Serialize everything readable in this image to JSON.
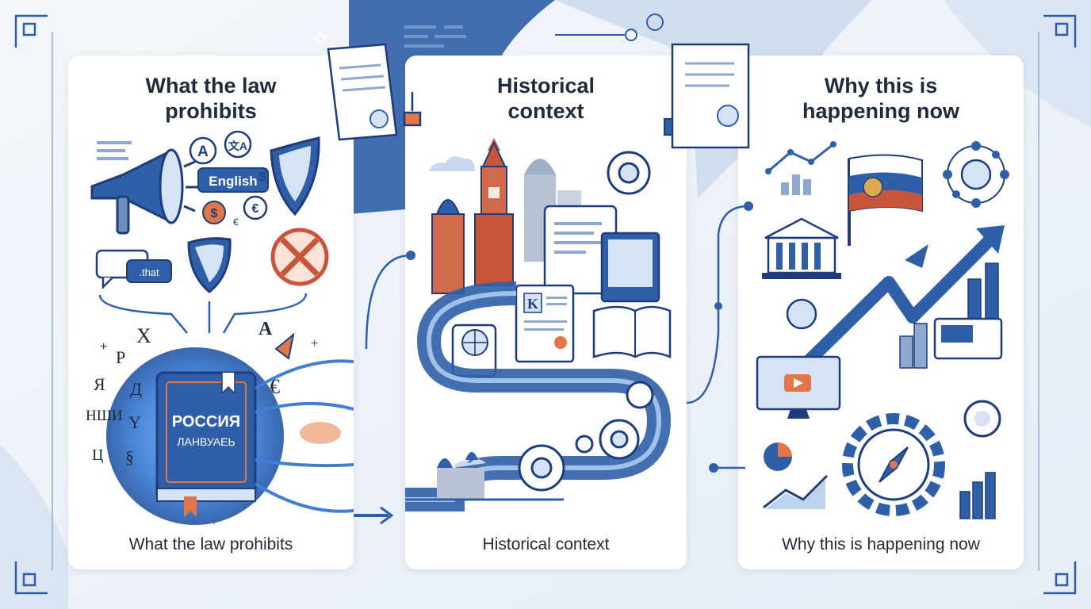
{
  "colors": {
    "primary_blue": "#2f5fa8",
    "dark_blue": "#1e3d7a",
    "light_blue": "#bcd3ee",
    "accent_orange": "#e0764a",
    "accent_red": "#c8543a",
    "text_dark": "#1f2a3a",
    "background": "#eef3f9"
  },
  "panels": [
    {
      "title": "What the law\nprohibits",
      "caption": "What the law prohibits",
      "tags": {
        "english": "English",
        "that": ".that"
      },
      "book": {
        "line1": "РОССИЯ",
        "line2": "ЛАНВУАЕЬ"
      },
      "glyphs": [
        "X",
        "Р",
        "Я",
        "Д",
        "НШИ",
        "Y",
        "Ц",
        "§",
        "А",
        "€",
        "$",
        "€",
        "A",
        "文A"
      ],
      "icons": [
        "megaphone-icon",
        "shield-icon",
        "prohibited-icon",
        "book-icon",
        "chat-bubble-icon",
        "currency-icon",
        "translate-icon"
      ]
    },
    {
      "title": "Historical\ncontext",
      "caption": "Historical context",
      "scroll_letter": "K",
      "icons": [
        "kremlin-icon",
        "document-scroll-icon",
        "open-book-icon",
        "globe-icon",
        "gear-icon",
        "flow-arrow-icon"
      ]
    },
    {
      "title": "Why this is\nhappening now",
      "caption": "Why this is happening now",
      "icons": [
        "russian-flag-icon",
        "government-building-icon",
        "network-globe-icon",
        "rising-arrow-icon",
        "compass-gear-icon",
        "video-player-icon",
        "bar-chart-icon",
        "pie-chart-icon"
      ]
    }
  ]
}
